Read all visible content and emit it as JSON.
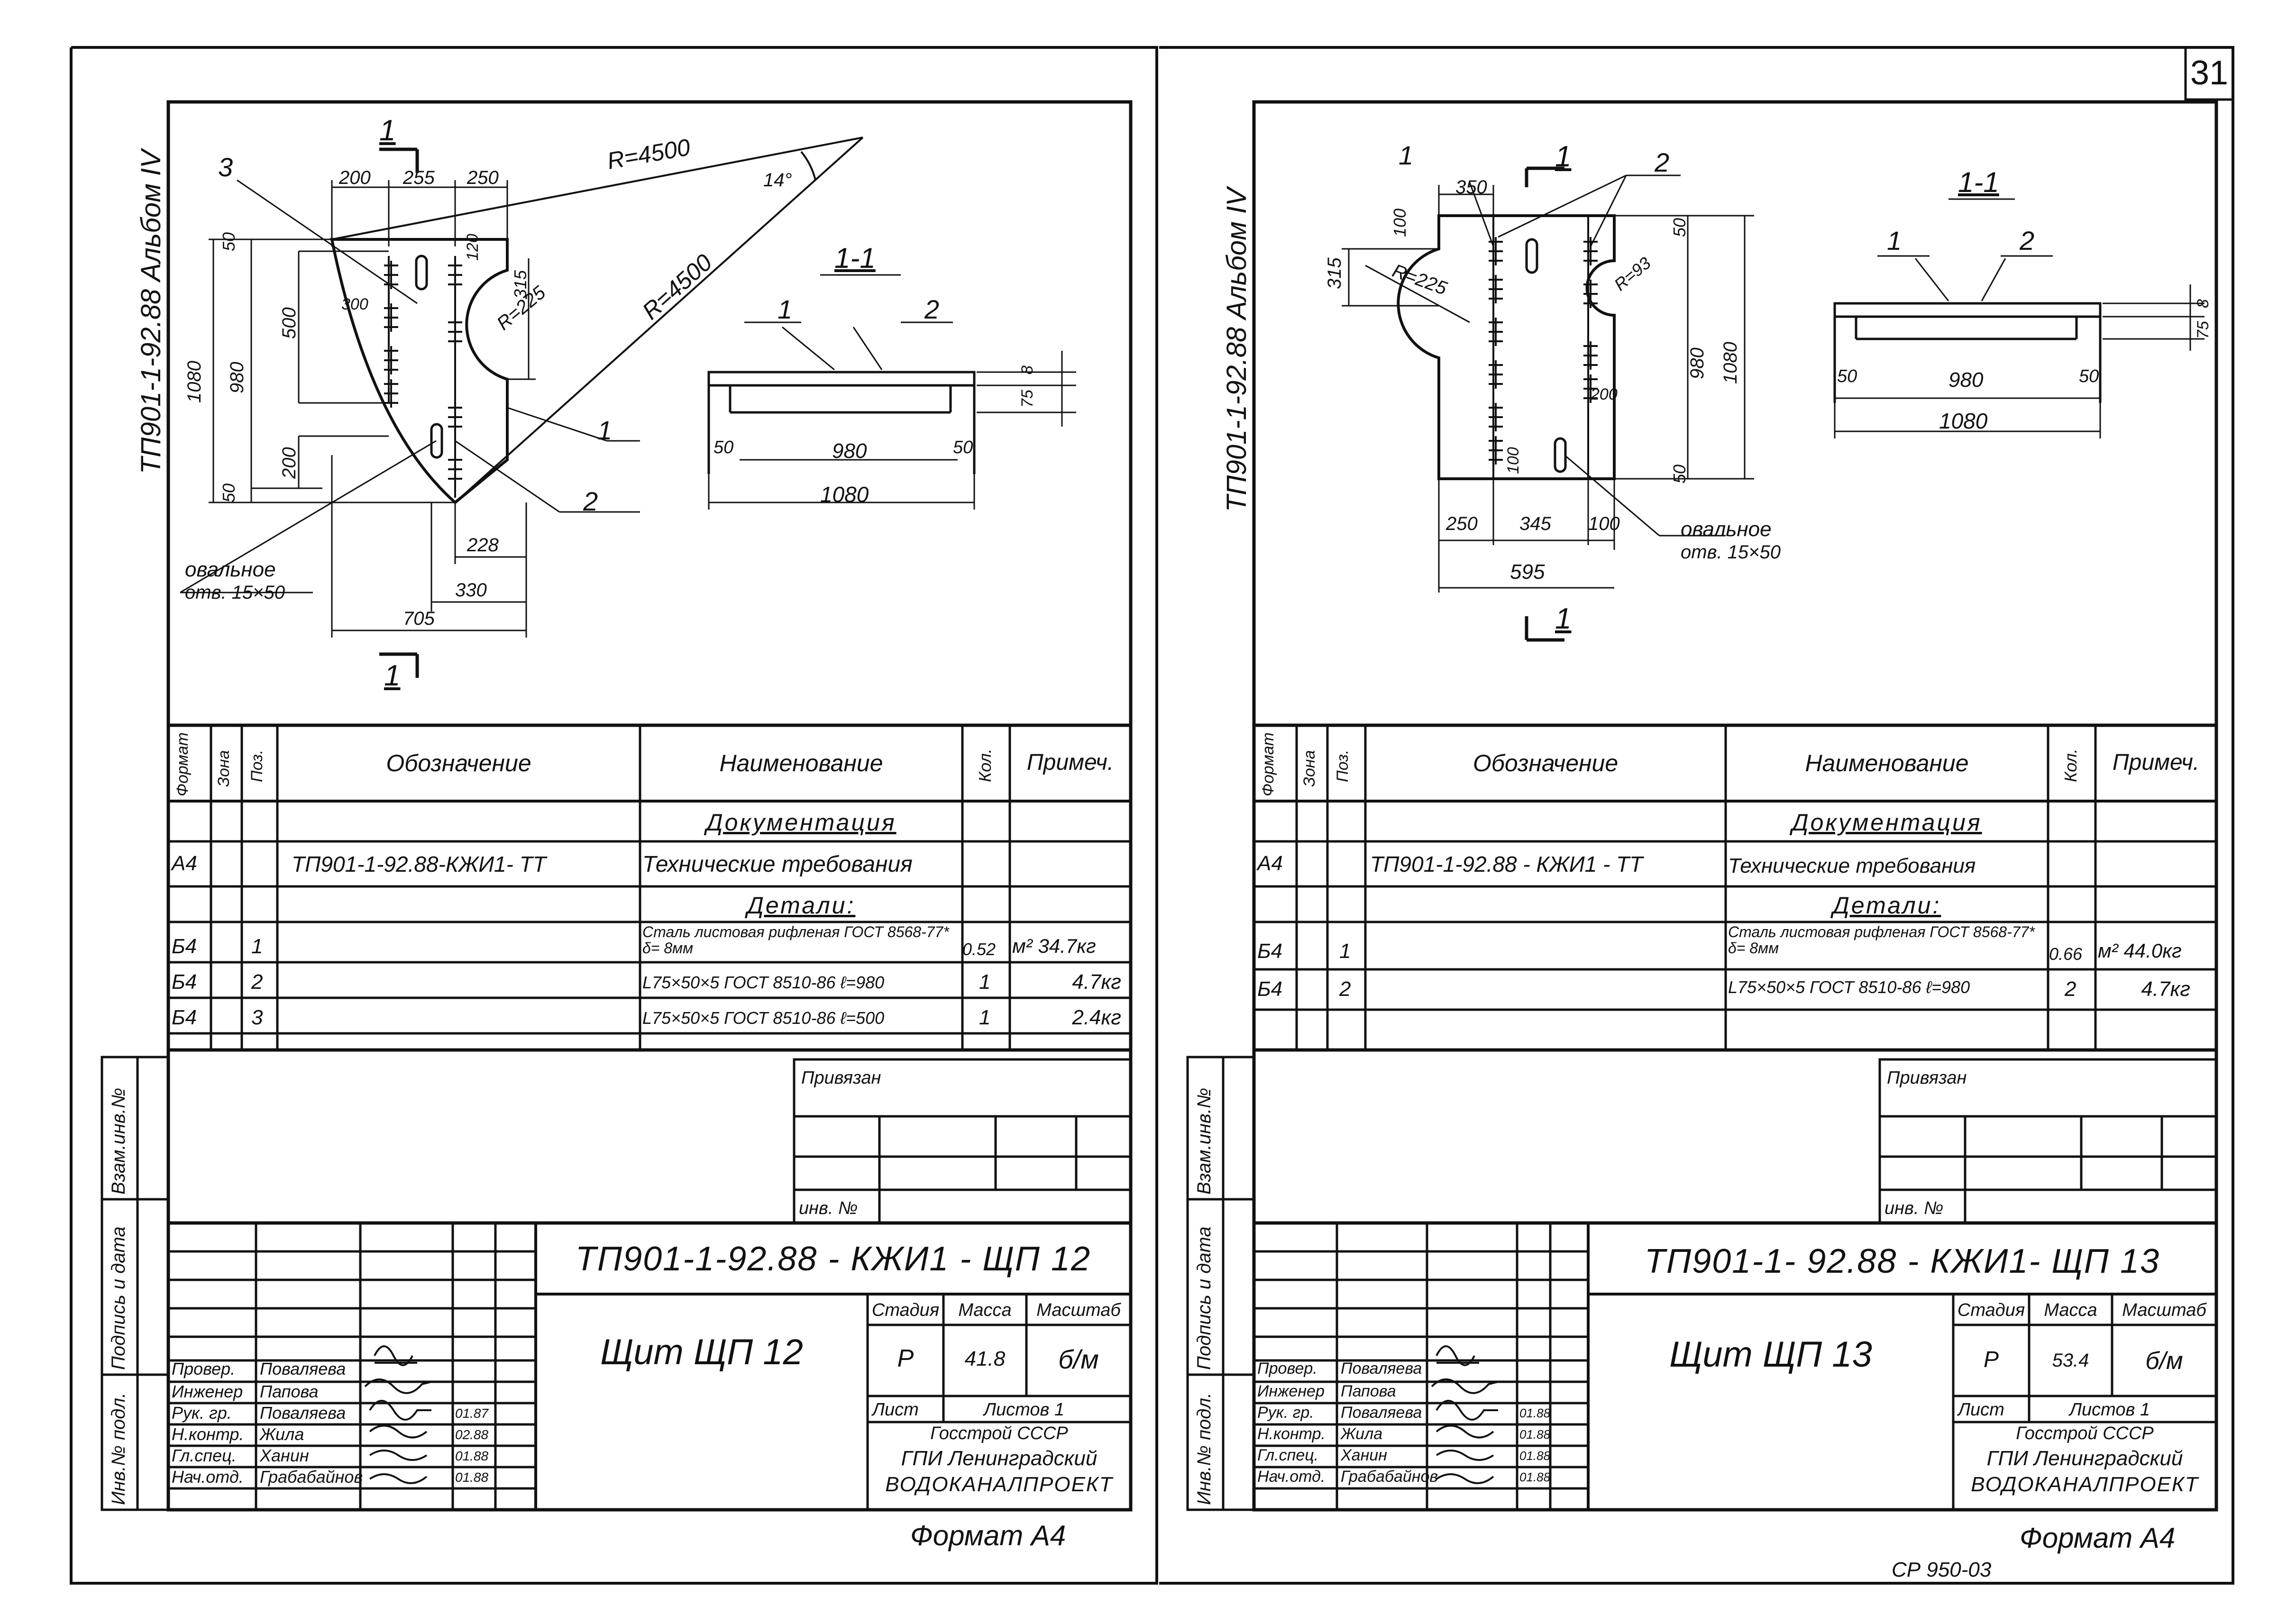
{
  "page_number": "31",
  "footer_code": "СР 950-03",
  "format_label": "Формат А4",
  "sheets": [
    {
      "album": "ТП901-1-92.88 Альбом IV",
      "drawing": {
        "part_labels": [
          "1",
          "2",
          "3"
        ],
        "section_mark": "1",
        "section_title": "1-1",
        "radius_1": "R=4500",
        "radius_2": "R=4500",
        "radius_3": "R=225",
        "angle": "14°",
        "oval_hole": "овальное",
        "oval_hole_size": "отв. 15×50",
        "dims": [
          "200",
          "255",
          "250",
          "50",
          "120",
          "315",
          "500",
          "980",
          "1080",
          "300",
          "200",
          "50",
          "228",
          "330",
          "705"
        ],
        "section_dims": [
          "8",
          "75",
          "50",
          "980",
          "50",
          "1080"
        ]
      },
      "spec": {
        "headers": [
          "Формат",
          "Зона",
          "Поз.",
          "Обозначение",
          "Наименование",
          "Кол.",
          "Примеч."
        ],
        "section_docs": "Документация",
        "section_parts": "Детали:",
        "rows": [
          {
            "format": "А4",
            "zone": "",
            "pos": "",
            "designation": "ТП901-1-92.88-КЖИ1- ТТ",
            "name": "Технические требования",
            "qty": "",
            "note": ""
          },
          {
            "format": "Б4",
            "zone": "",
            "pos": "1",
            "designation": "",
            "name": "Сталь листовая рифленая ГОСТ 8568-77* δ= 8мм",
            "qty": "0.52",
            "note": "м² 34.7кг"
          },
          {
            "format": "Б4",
            "zone": "",
            "pos": "2",
            "designation": "",
            "name": "L75×50×5 ГОСТ 8510-86 ℓ=980",
            "qty": "1",
            "note": "4.7кг"
          },
          {
            "format": "Б4",
            "zone": "",
            "pos": "3",
            "designation": "",
            "name": "L75×50×5 ГОСТ 8510-86 ℓ=500",
            "qty": "1",
            "note": "2.4кг"
          }
        ]
      },
      "privyazan": "Привязан",
      "inv_label": "инв. №",
      "side_labels": [
        "Инв.№ подл.",
        "Подпись и дата",
        "Взам.инв.№"
      ],
      "title_block": {
        "code": "ТП901-1-92.88 - КЖИ1 - ЩП 12",
        "name": "Щит ЩП 12",
        "stage_label": "Стадия",
        "mass_label": "Масса",
        "scale_label": "Масштаб",
        "stage": "Р",
        "mass": "41.8",
        "scale": "б/м",
        "sheet_label": "Лист",
        "sheets_label": "Листов 1",
        "org1": "Госстрой СССР",
        "org2": "ГПИ Ленинградский",
        "org3": "ВОДОКАНАЛПРОЕКТ",
        "people": [
          {
            "role": "Провер.",
            "name": "Поваляева",
            "date": ""
          },
          {
            "role": "Инженер",
            "name": "Папова",
            "date": ""
          },
          {
            "role": "Рук. гр.",
            "name": "Поваляева",
            "date": "01.87"
          },
          {
            "role": "Н.контр.",
            "name": "Жила",
            "date": "02.88"
          },
          {
            "role": "Гл.спец.",
            "name": "Ханин",
            "date": "01.88"
          },
          {
            "role": "Нач.отд.",
            "name": "Грабабайнов",
            "date": "01.88"
          }
        ]
      }
    },
    {
      "album": "ТП901-1-92.88 Альбом IV",
      "drawing": {
        "part_labels": [
          "1",
          "2"
        ],
        "section_mark": "1",
        "section_title": "1-1",
        "radius_1": "R=225",
        "radius_2": "R=93",
        "oval_hole": "овальное",
        "oval_hole_size": "отв. 15×50",
        "dims": [
          "350",
          "100",
          "315",
          "50",
          "980",
          "1080",
          "200",
          "100",
          "50",
          "250",
          "345",
          "100",
          "595"
        ],
        "section_dims": [
          "8",
          "75",
          "50",
          "980",
          "50",
          "1080"
        ]
      },
      "spec": {
        "headers": [
          "Формат",
          "Зона",
          "Поз.",
          "Обозначение",
          "Наименование",
          "Кол.",
          "Примеч."
        ],
        "section_docs": "Документация",
        "section_parts": "Детали:",
        "rows": [
          {
            "format": "А4",
            "zone": "",
            "pos": "",
            "designation": "ТП901-1-92.88 - КЖИ1 - ТТ",
            "name": "Технические требования",
            "qty": "",
            "note": ""
          },
          {
            "format": "Б4",
            "zone": "",
            "pos": "1",
            "designation": "",
            "name": "Сталь листовая рифленая ГОСТ 8568-77* δ= 8мм",
            "qty": "0.66",
            "note": "м² 44.0кг"
          },
          {
            "format": "Б4",
            "zone": "",
            "pos": "2",
            "designation": "",
            "name": "L75×50×5 ГОСТ 8510-86 ℓ=980",
            "qty": "2",
            "note": "4.7кг"
          }
        ]
      },
      "privyazan": "Привязан",
      "inv_label": "инв. №",
      "side_labels": [
        "Инв.№ подл.",
        "Подпись и дата",
        "Взам.инв.№"
      ],
      "title_block": {
        "code": "ТП901-1- 92.88 - КЖИ1- ЩП 13",
        "name": "Щит ЩП 13",
        "stage_label": "Стадия",
        "mass_label": "Масса",
        "scale_label": "Масштаб",
        "stage": "Р",
        "mass": "53.4",
        "scale": "б/м",
        "sheet_label": "Лист",
        "sheets_label": "Листов 1",
        "org1": "Госстрой СССР",
        "org2": "ГПИ Ленинградский",
        "org3": "ВОДОКАНАЛПРОЕКТ",
        "people": [
          {
            "role": "Провер.",
            "name": "Поваляева",
            "date": ""
          },
          {
            "role": "Инженер",
            "name": "Папова",
            "date": ""
          },
          {
            "role": "Рук. гр.",
            "name": "Поваляева",
            "date": "01.88"
          },
          {
            "role": "Н.контр.",
            "name": "Жила",
            "date": "01.88"
          },
          {
            "role": "Гл.спец.",
            "name": "Ханин",
            "date": "01.88"
          },
          {
            "role": "Нач.отд.",
            "name": "Грабабайнов",
            "date": "01.88"
          }
        ]
      }
    }
  ]
}
